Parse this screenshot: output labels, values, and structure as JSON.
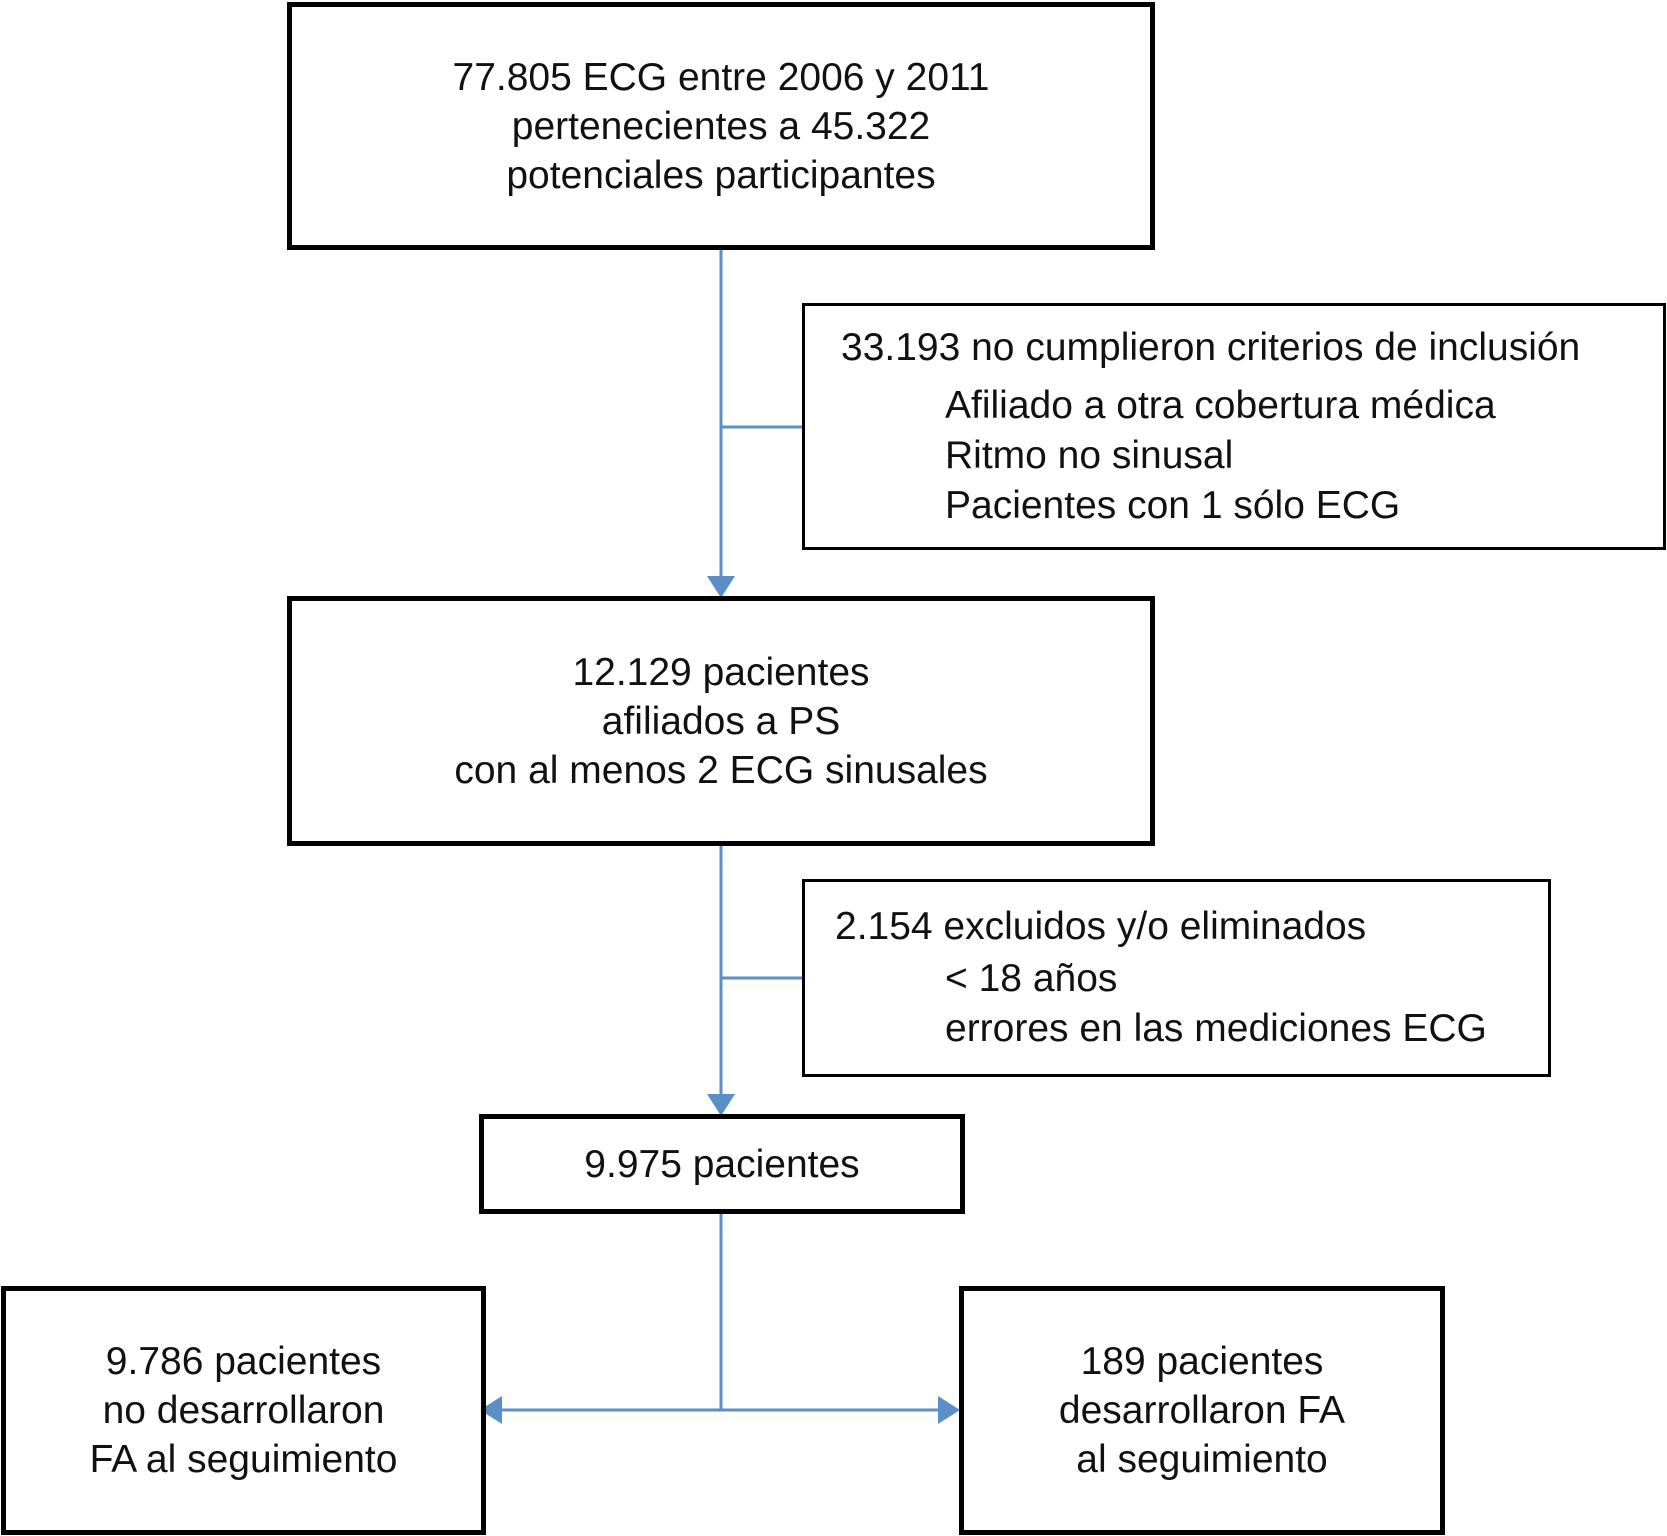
{
  "diagram": {
    "line_color": "#5b8fc7",
    "top_box": {
      "lines": [
        "77.805 ECG entre 2006 y 2011",
        "pertenecientes a 45.322",
        "potenciales participantes"
      ]
    },
    "exclusion_1": {
      "heading": "33.193 no cumplieron criterios de inclusión",
      "items": [
        "Afiliado a otra cobertura médica",
        "Ritmo no sinusal",
        "Pacientes con 1 sólo ECG"
      ]
    },
    "middle_box": {
      "lines": [
        "12.129 pacientes",
        "afiliados a PS",
        "con al menos 2 ECG sinusales"
      ]
    },
    "exclusion_2": {
      "heading": "2.154 excluidos y/o eliminados",
      "items": [
        "< 18 años",
        "errores en las mediciones ECG"
      ]
    },
    "final_box": {
      "lines": [
        "9.975 pacientes"
      ]
    },
    "left_outcome": {
      "lines": [
        "9.786 pacientes",
        "no desarrollaron",
        "FA al seguimiento"
      ]
    },
    "right_outcome": {
      "lines": [
        "189 pacientes",
        "desarrollaron FA",
        "al seguimiento"
      ]
    }
  }
}
